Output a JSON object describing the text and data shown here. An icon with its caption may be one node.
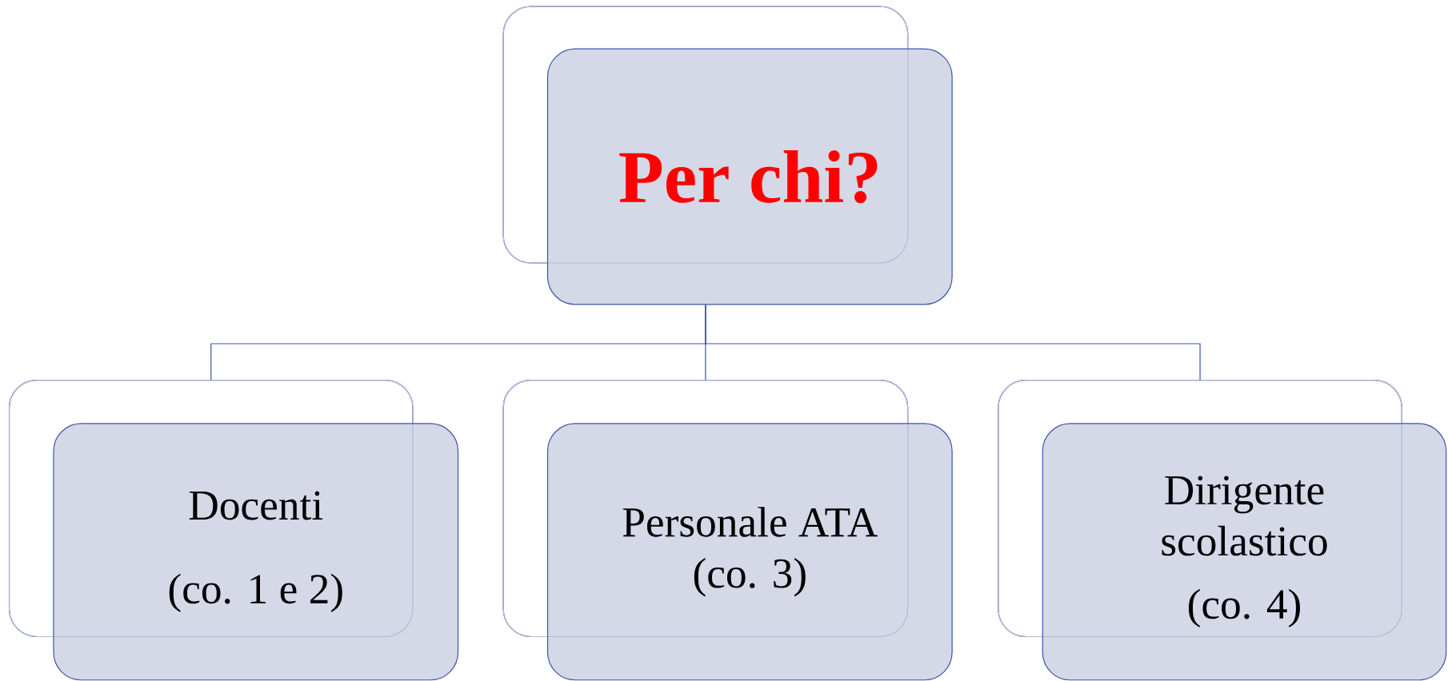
{
  "diagram": {
    "nodes": [
      {
        "text": [
          "Per chi?"
        ]
      },
      {
        "text": [
          "Docenti",
          "(co. 1 e 2)"
        ]
      },
      {
        "text": [
          "Personale ATA",
          "(co. 3)"
        ]
      },
      {
        "text": [
          "Dirigente scolastico",
          "(co. 4)"
        ]
      }
    ],
    "edges": [
      {
        "from": 0,
        "to": 1,
        "arrow": "none"
      },
      {
        "from": 0,
        "to": 2,
        "arrow": "none"
      },
      {
        "from": 0,
        "to": 3,
        "arrow": "none"
      }
    ]
  }
}
